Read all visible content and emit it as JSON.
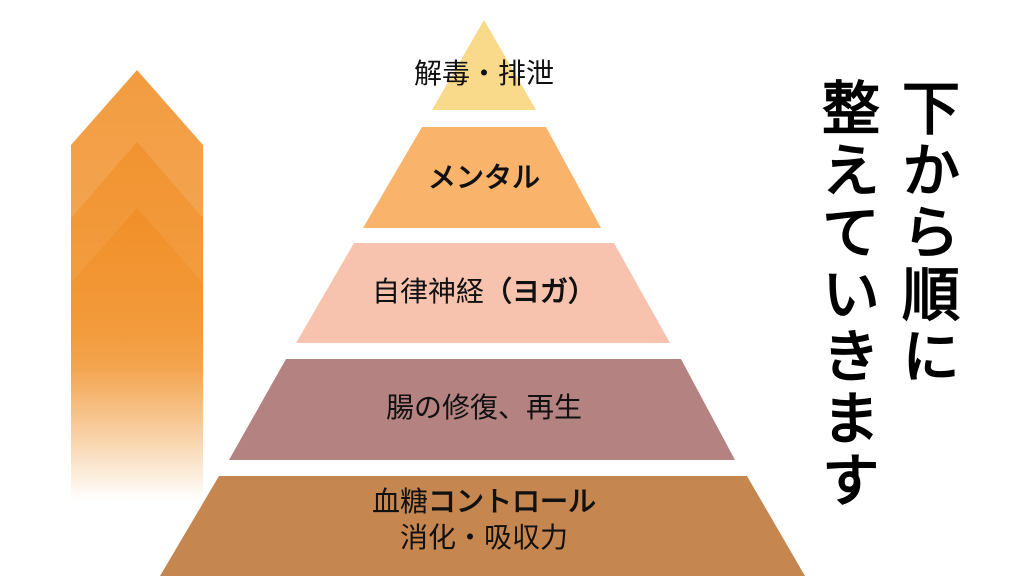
{
  "pyramid": {
    "levels": [
      {
        "label": "解毒・排泄",
        "color": "#F9D98A"
      },
      {
        "label_bold": "メンタル",
        "color": "#F9B36A"
      },
      {
        "label": "自律神経",
        "label_bold": "（ヨガ）",
        "color": "#F8C3AE"
      },
      {
        "label": "腸の修復、再生",
        "color": "#B48381"
      },
      {
        "label": "血糖",
        "label_bold": "コントロール",
        "label2": "消化・吸収力",
        "color": "#C6864F"
      }
    ]
  },
  "arrow": {
    "color": "#F08A1F"
  },
  "heading": {
    "col1": "下から順に",
    "col2": "整えていきます"
  }
}
